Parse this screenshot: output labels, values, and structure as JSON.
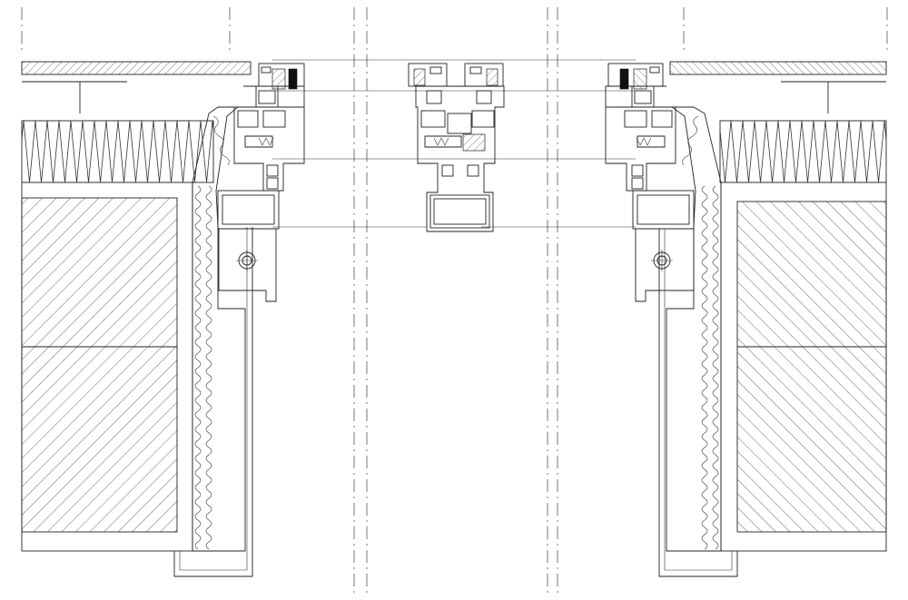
{
  "drawing": {
    "kind": "curtain-wall horizontal section detail",
    "line_color": "#222222",
    "background": "#ffffff",
    "hatch_color": "#444444",
    "components": [
      "wall-ceiling-left",
      "wall-ceiling-right",
      "insulation-band-left",
      "insulation-band-right",
      "masonry-column-left",
      "masonry-column-right",
      "mineral-wool-strip-left",
      "mineral-wool-strip-right",
      "mullion-left",
      "mullion-center",
      "mullion-right",
      "glass-unit-left",
      "glass-unit-center-left",
      "glass-unit-center-right",
      "glass-unit-right",
      "bracket-left",
      "bracket-right",
      "end-flashing-left",
      "end-flashing-right"
    ]
  }
}
